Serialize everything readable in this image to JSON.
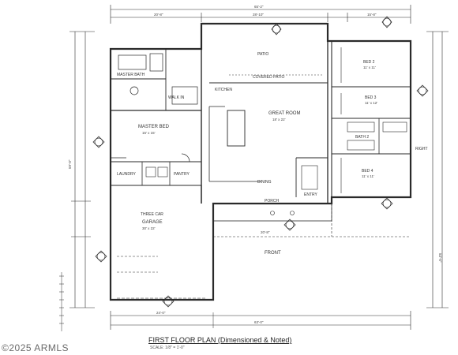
{
  "plan": {
    "title": "FIRST FLOOR PLAN (Dimensioned & Noted)",
    "scale_note": "SCALE: 1/8\" = 1'-0\"",
    "rooms": {
      "patio": "PATIO",
      "covered_patio": "COVERED PATIO",
      "master_bed": "MASTER BED",
      "master_size": "15' x 15'",
      "great_room": "GREAT ROOM",
      "great_size": "18' x 22'",
      "kitchen": "KITCHEN",
      "dining": "DINING",
      "bed2": "BED 2",
      "bed2_size": "11' x 11'",
      "bed3": "BED 3",
      "bed3_size": "11' x 12'",
      "bed4": "BED 4",
      "bed4_size": "11' x 11'",
      "garage": "GARAGE",
      "garage_note": "THREE CAR",
      "garage_size": "30' x 22'",
      "porch": "PORCH",
      "front": "FRONT",
      "laundry": "LAUNDRY",
      "pantry": "PANTRY",
      "master_bath": "MASTER BATH",
      "walk_in": "WALK IN",
      "entry": "ENTRY",
      "right": "RIGHT",
      "bath2": "BATH 2"
    },
    "dims": {
      "overall_width": "65'-2\"",
      "bottom_width": "63'-0\"",
      "left_seg": "20'-8\"",
      "mid_seg": "28'-10\"",
      "right_seg": "15'-8\"",
      "depth_left": "59'-0\"",
      "depth_right": "53'-6\"",
      "garage_w": "24'-0\"",
      "front_w": "20'-8\""
    }
  },
  "watermark": "©2025 ARMLS"
}
